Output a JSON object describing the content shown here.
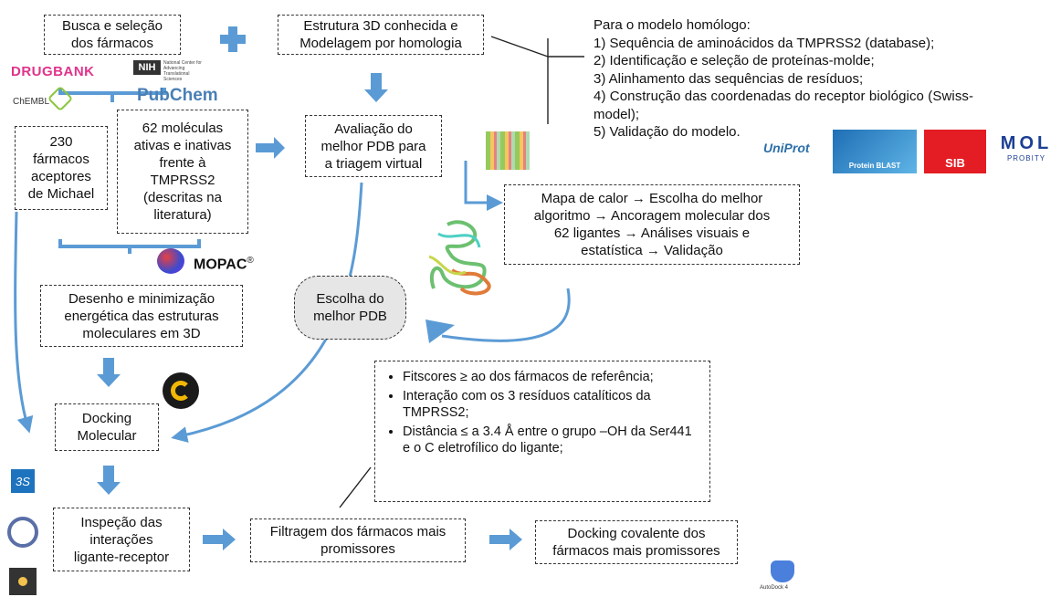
{
  "colors": {
    "arrow": "#5b9bd5",
    "box_border": "#333333"
  },
  "boxes": {
    "busca": "Busca e seleção\ndos fármacos",
    "estrutura": "Estrutura 3D conhecida e\nModelagem por homologia",
    "fc230": "230\nfármacos\naceptores\nde Michael",
    "mol62": "62 moléculas\nativas e inativas\nfrente à\nTMPRSS2\n(descritas na\nliteratura)",
    "avaliacao": "Avaliação do\nmelhor PDB para\na triagem virtual",
    "mapa": "Mapa de calor → Escolha do melhor\nalgoritmo → Ancoragem molecular dos\n62 ligantes → Análises visuais e\nestatística → Validação",
    "desenho": "Desenho e minimização\nenergética das estruturas\nmoleculares em 3D",
    "escolha": "Escolha do\nmelhor PDB",
    "docking": "Docking\nMolecular",
    "inspecao": "Inspeção das\ninterações\nligante-receptor",
    "filtragem": "Filtragem dos fármacos mais\npromissores",
    "covalente": "Docking covalente dos\nfármacos mais promissores"
  },
  "criteria": [
    "Fitscores ≥ ao dos fármacos de referência;",
    "Interação com os 3 resíduos catalíticos da TMPRSS2;",
    "Distância ≤ a 3.4 Å entre o grupo –OH da Ser441 e o C eletrofílico do ligante;"
  ],
  "homology": {
    "title": "Para o modelo homólogo:",
    "steps": [
      "1) Sequência de aminoácidos da TMPRSS2 (database);",
      "2) Identificação e seleção de proteínas-molde;",
      "3) Alinhamento das sequências de resíduos;",
      "4)  Construção  das  coordenadas  do  receptor  biológico  (Swiss-",
      "model);",
      "5) Validação do modelo."
    ]
  },
  "logos": {
    "drugbank": "DRUGBANK",
    "nih": "NIH",
    "nih_sub": "National Center for Advancing Translational Sciences",
    "chembl": "ChEMBL",
    "pubchem": "PubChem",
    "mopac": "MOPAC",
    "mopac_reg": "®",
    "uniprot": "UniProt",
    "blast": "Protein BLAST",
    "sib": "SIB",
    "molprobity_mol": "MOL",
    "molprobity": "PROBITY",
    "autodock": "AutoDock 4"
  }
}
